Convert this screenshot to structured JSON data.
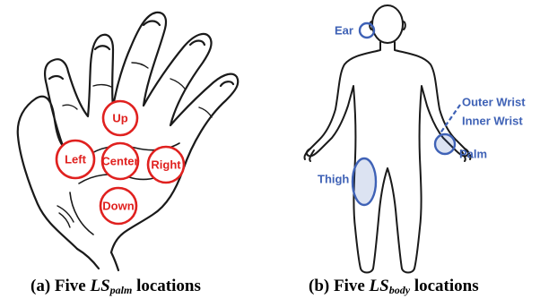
{
  "panel_a": {
    "locations": {
      "up": "Up",
      "left": "Left",
      "center": "Center",
      "right": "Right",
      "down": "Down"
    },
    "caption": {
      "prefix": "(a) Five ",
      "term": "LS",
      "subscript": "palm",
      "suffix": " locations"
    },
    "marker_color": "#e0211f"
  },
  "panel_b": {
    "locations": {
      "ear": "Ear",
      "outer_wrist": "Outer Wrist",
      "inner_wrist": "Inner Wrist",
      "palm": "Palm",
      "thigh": "Thigh"
    },
    "caption": {
      "prefix": "(b) Five ",
      "term": "LS",
      "subscript": "body",
      "suffix": " locations"
    },
    "marker_color": "#3f62b6"
  }
}
